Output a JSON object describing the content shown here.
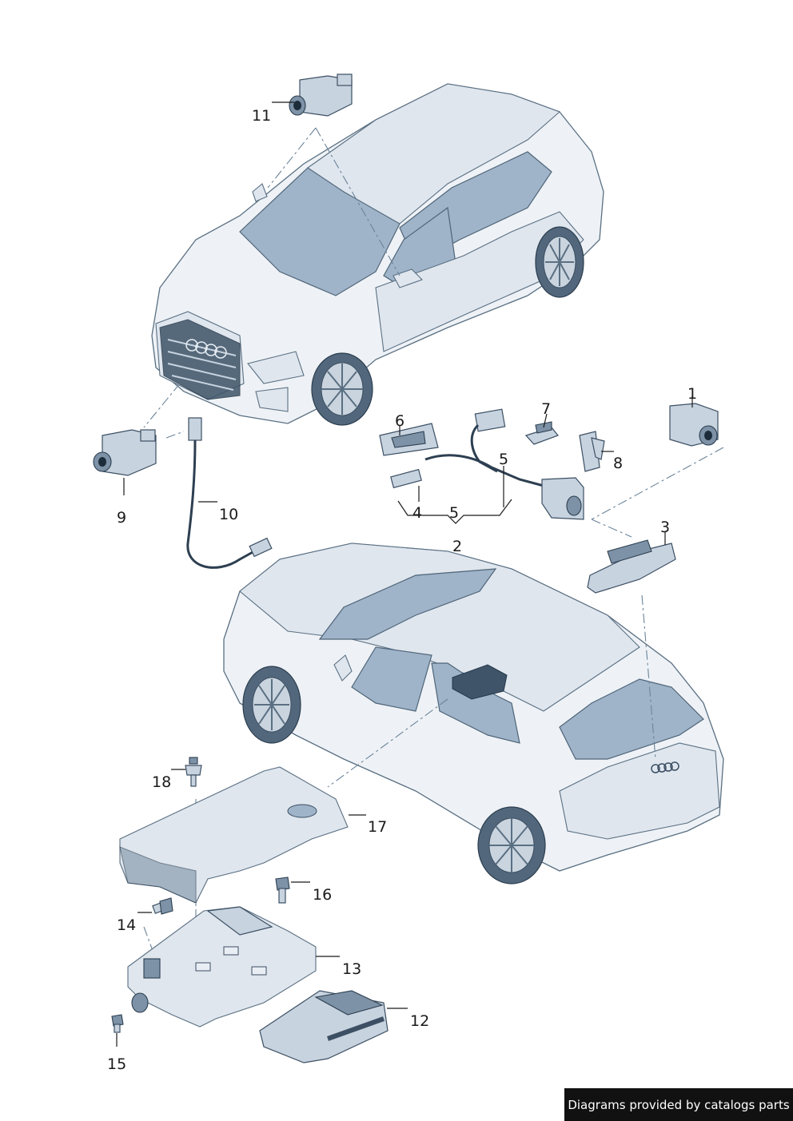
{
  "callouts": [
    {
      "id": "1",
      "label": "1"
    },
    {
      "id": "2",
      "label": "2"
    },
    {
      "id": "3",
      "label": "3"
    },
    {
      "id": "4",
      "label": "4"
    },
    {
      "id": "5a",
      "label": "5"
    },
    {
      "id": "5b",
      "label": "5"
    },
    {
      "id": "6",
      "label": "6"
    },
    {
      "id": "7",
      "label": "7"
    },
    {
      "id": "8",
      "label": "8"
    },
    {
      "id": "9",
      "label": "9"
    },
    {
      "id": "10",
      "label": "10"
    },
    {
      "id": "11",
      "label": "11"
    },
    {
      "id": "12",
      "label": "12"
    },
    {
      "id": "13",
      "label": "13"
    },
    {
      "id": "14",
      "label": "14"
    },
    {
      "id": "15",
      "label": "15"
    },
    {
      "id": "16",
      "label": "16"
    },
    {
      "id": "17",
      "label": "17"
    },
    {
      "id": "18",
      "label": "18"
    }
  ],
  "credit": "Diagrams provided by catalogs parts",
  "colors": {
    "line_art": "#3c4f63",
    "glass_tint": "#9fb4c8",
    "dash_leader": "#6b8499",
    "credit_bg": "#111111",
    "credit_text": "#ffffff"
  }
}
